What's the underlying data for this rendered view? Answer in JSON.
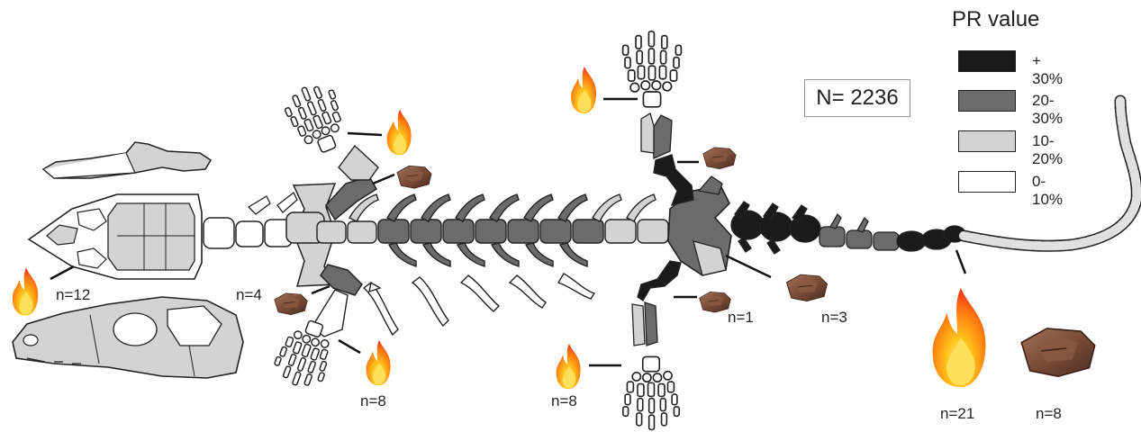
{
  "legend": {
    "title": "PR value",
    "items": [
      {
        "label": "+ 30%",
        "color": "#1a1a1a"
      },
      {
        "label": "20-30%",
        "color": "#6b6b6b"
      },
      {
        "label": "10-20%",
        "color": "#d3d3d3"
      },
      {
        "label": "0-10%",
        "color": "#ffffff"
      }
    ]
  },
  "total": "N= 2236",
  "counts": {
    "skull": "n=12",
    "forelimb_left": "n=4",
    "forelimb_lower": "n=8",
    "hindlimb_lower": "n=8",
    "pelvis_a": "n=1",
    "pelvis_b": "n=3",
    "tail_fire": "n=21",
    "tail_fragment": "n=8"
  },
  "icons": [
    "fire-icon",
    "bone-fragment-icon"
  ]
}
